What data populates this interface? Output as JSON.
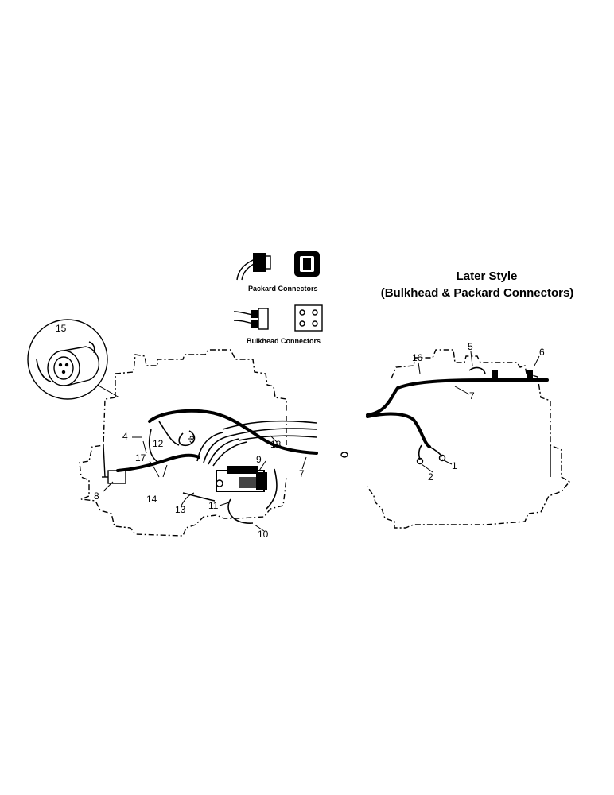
{
  "title": {
    "line1": "Later Style",
    "line2": "(Bulkhead & Packard Connectors)"
  },
  "legend": {
    "packard": "Packard Connectors",
    "bulkhead": "Bulkhead Connectors"
  },
  "callouts": {
    "c1": "1",
    "c2": "2",
    "c3": "3",
    "c4": "4",
    "c5": "5",
    "c6": "6",
    "c7a": "7",
    "c7b": "7",
    "c8": "8",
    "c9": "9",
    "c10": "10",
    "c11": "11",
    "c12": "12",
    "c13": "13",
    "c14": "14",
    "c15": "15",
    "c16": "16",
    "c17": "17",
    "c18": "18"
  }
}
